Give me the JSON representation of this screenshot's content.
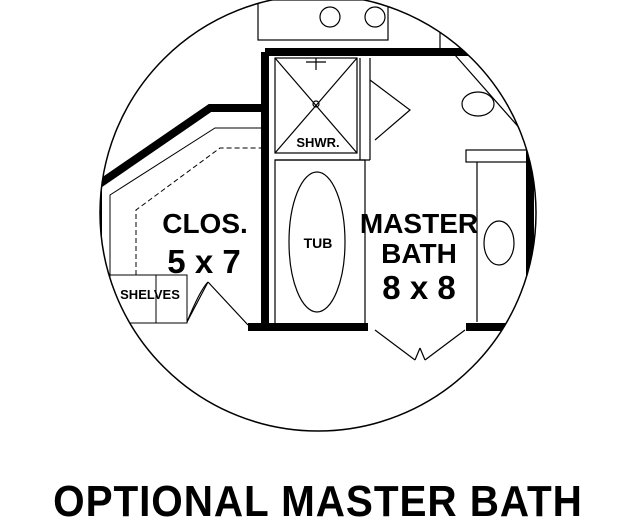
{
  "plan": {
    "rooms": {
      "closet_name": "CLOS.",
      "closet_size": "5 x 7",
      "bath_name_line1": "MASTER",
      "bath_name_line2": "BATH",
      "bath_size": "8 x 8"
    },
    "fixtures": {
      "shower": "SHWR.",
      "tub": "TUB",
      "shelves": "SHELVES"
    },
    "caption": "OPTIONAL MASTER BATH"
  }
}
